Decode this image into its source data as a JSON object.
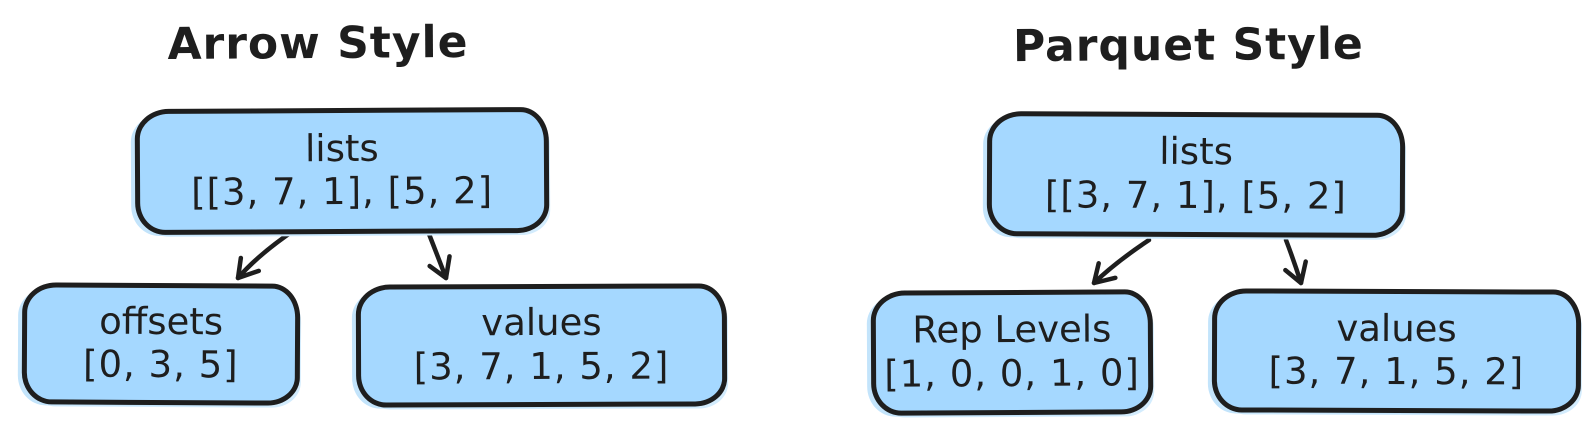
{
  "theme": {
    "background": "#ffffff",
    "node_fill": "#a5d8ff",
    "stroke": "#1e1e1e",
    "text_color": "#1e1e1e"
  },
  "diagrams": [
    {
      "title": "Arrow Style",
      "root": {
        "label": "lists",
        "value": "[[3, 7, 1], [5, 2]"
      },
      "children": [
        {
          "label": "offsets",
          "value": "[0, 3, 5]"
        },
        {
          "label": "values",
          "value": "[3, 7, 1, 5, 2]"
        }
      ],
      "edges": [
        {
          "from": "lists",
          "to": "offsets"
        },
        {
          "from": "lists",
          "to": "values"
        }
      ]
    },
    {
      "title": "Parquet Style",
      "root": {
        "label": "lists",
        "value": "[[3, 7, 1], [5, 2]"
      },
      "children": [
        {
          "label": "Rep Levels",
          "value": "[1, 0, 0, 1, 0]"
        },
        {
          "label": "values",
          "value": "[3, 7, 1, 5, 2]"
        }
      ],
      "edges": [
        {
          "from": "lists",
          "to": "Rep Levels"
        },
        {
          "from": "lists",
          "to": "values"
        }
      ]
    }
  ]
}
